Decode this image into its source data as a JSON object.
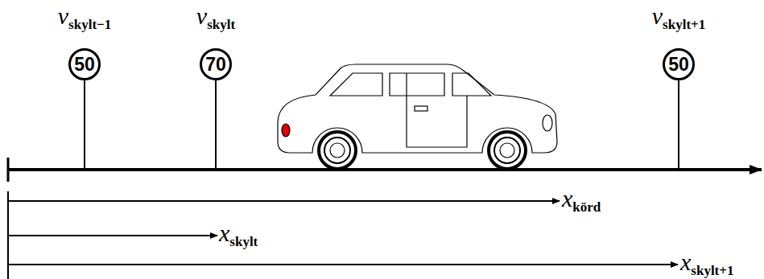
{
  "diagram": {
    "nodes": [
      {
        "text": [
          "v",
          "skylt−1",
          "50"
        ]
      },
      {
        "text": [
          "v",
          "skylt",
          "70"
        ]
      },
      {
        "text": [
          "v",
          "skylt+1",
          "50"
        ]
      }
    ],
    "labels": [
      "x",
      "körd",
      "x",
      "skylt",
      "x",
      "skylt+1"
    ]
  }
}
